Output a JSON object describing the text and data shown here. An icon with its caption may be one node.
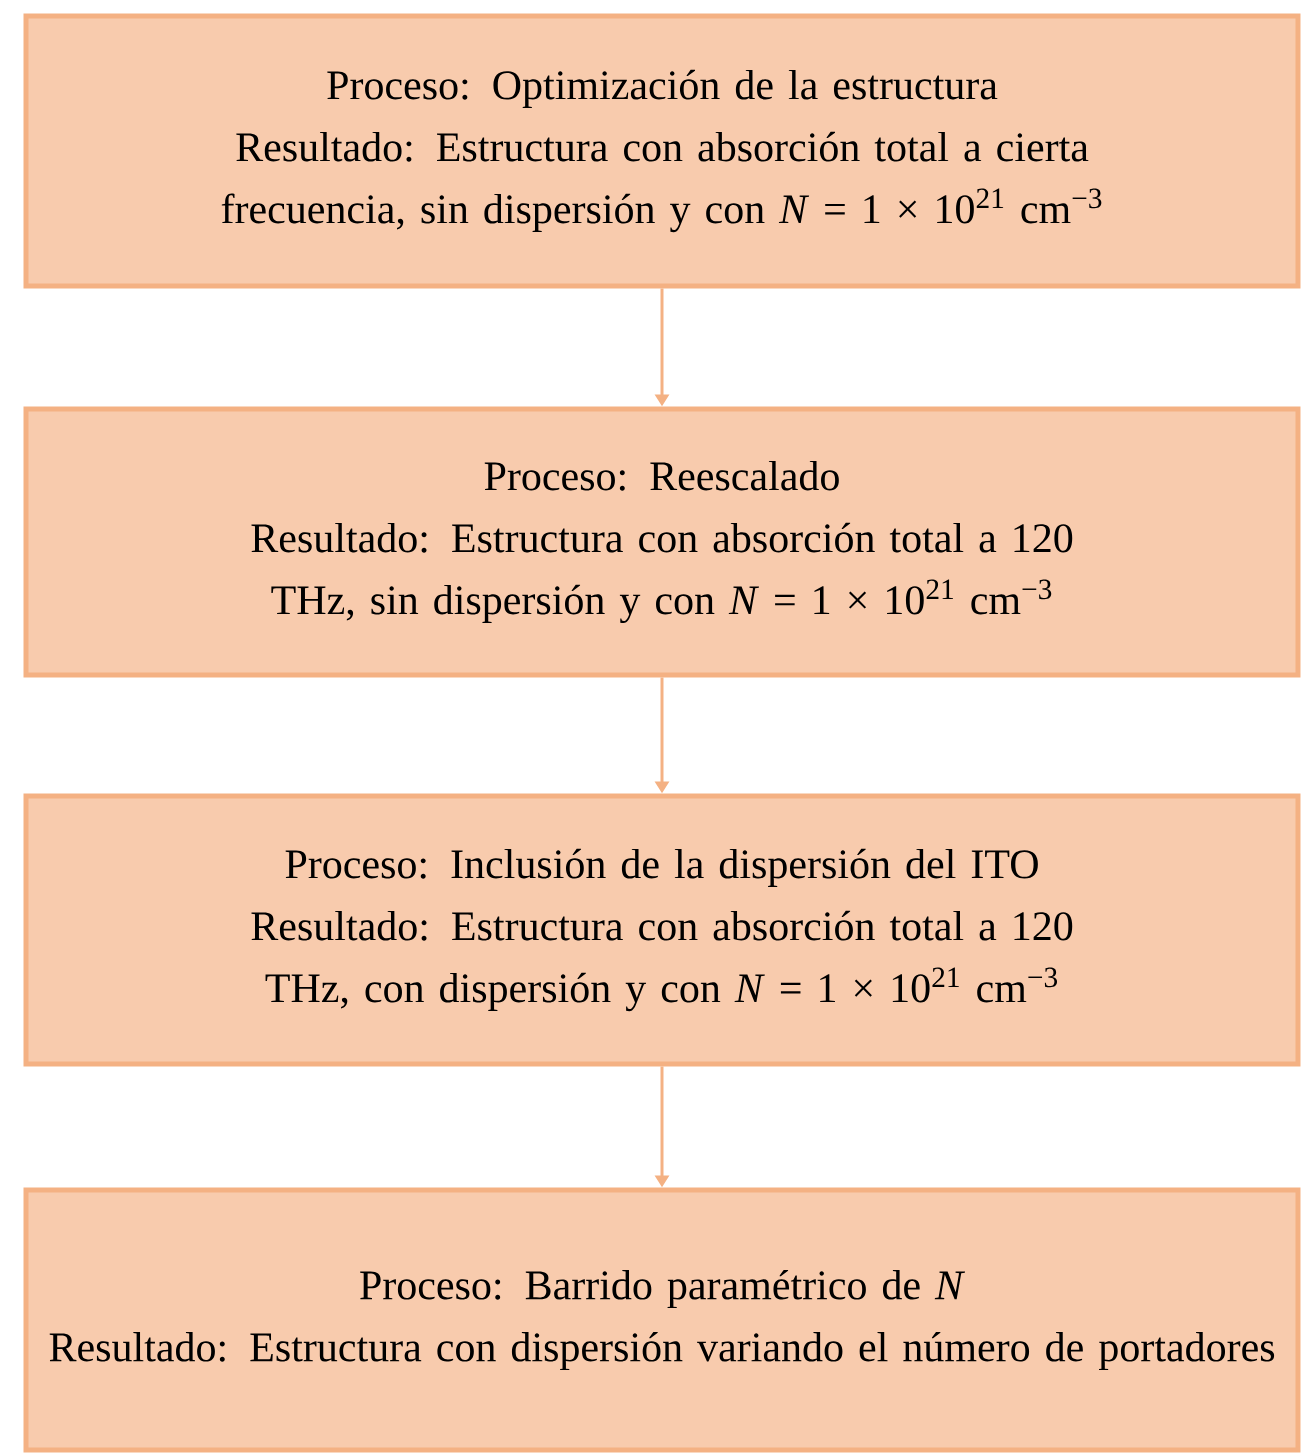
{
  "diagram": {
    "nodes": [
      {
        "text": [
          "Proceso: Optimización de la estructura",
          "Resultado: Estructura con absorción total a cierta frecuencia, sin dispersión y con *N* = 1 × 10$^{21}$ cm$^{−3}$"
        ]
      },
      {
        "text": [
          "Proceso: Reescalado",
          "Resultado: Estructura con absorción total a 120 THz, sin dispersión y con *N* = 1 × 10$^{21}$ cm$^{−3}$"
        ]
      },
      {
        "text": [
          "Proceso: Inclusión de la dispersión del ITO",
          "Resultado: Estructura con absorción total a 120 THz, con dispersión y con *N* = 1 × 10$^{21}$ cm$^{−3}$"
        ]
      },
      {
        "text": [
          "Proceso: Barrido paramétrico de *N*",
          "Resultado: Estructura con dispersión variando el número de portadores"
        ]
      }
    ],
    "edges": [
      {
        "from": 0,
        "to": 1,
        "arrow": "to"
      },
      {
        "from": 1,
        "to": 2,
        "arrow": "to"
      },
      {
        "from": 2,
        "to": 3,
        "arrow": "to"
      }
    ]
  }
}
